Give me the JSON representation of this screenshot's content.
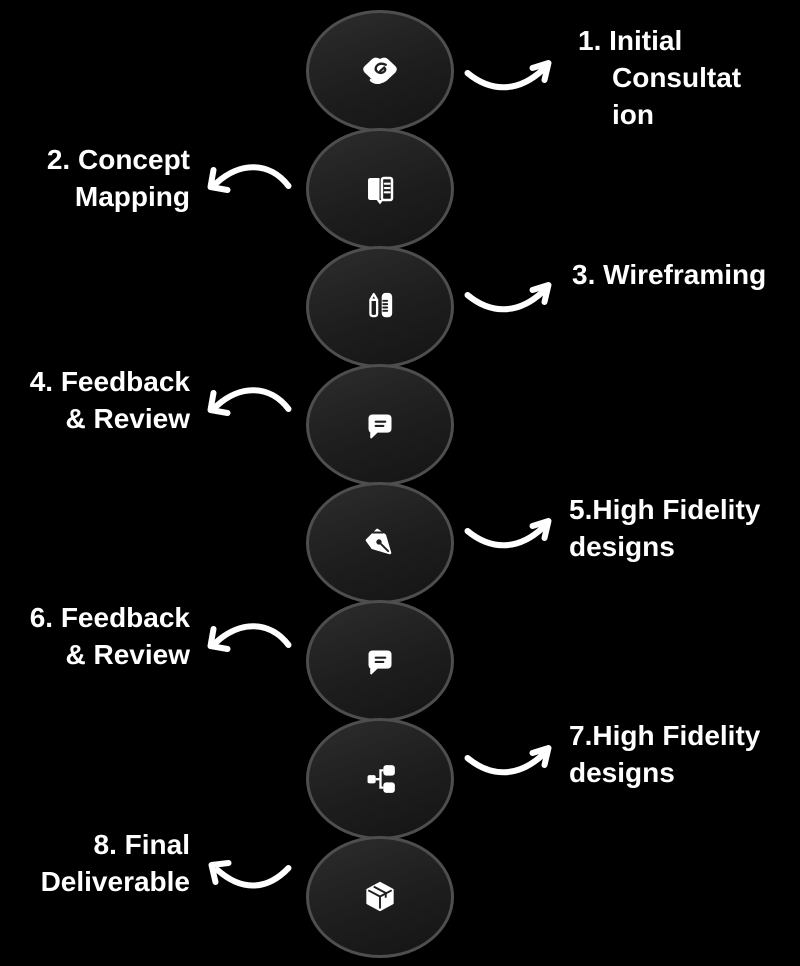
{
  "title": "Design process flow diagram",
  "colors": {
    "background": "#000000",
    "circle_border": "#4e4e4e",
    "circle_fill_top": "#2d2d2d",
    "circle_fill_bottom": "#141414",
    "text": "#ffffff",
    "arrow": "#ffffff"
  },
  "steps": [
    {
      "id": "1",
      "icon": "handshake-icon",
      "side": "right",
      "lines": [
        "1. Initial",
        "Consultat",
        "ion"
      ]
    },
    {
      "id": "2",
      "icon": "open-book-icon",
      "side": "left",
      "lines": [
        "2. Concept",
        "Mapping"
      ]
    },
    {
      "id": "3",
      "icon": "pencil-ruler-icon",
      "side": "right",
      "lines": [
        "3. Wireframing"
      ]
    },
    {
      "id": "4",
      "icon": "chat-bubble-icon",
      "side": "left",
      "lines": [
        "4. Feedback",
        "& Review"
      ]
    },
    {
      "id": "5",
      "icon": "pen-nib-icon",
      "side": "right",
      "lines": [
        "5.High Fidelity",
        "designs"
      ]
    },
    {
      "id": "6",
      "icon": "chat-bubble-icon",
      "side": "left",
      "lines": [
        "6. Feedback",
        "& Review"
      ]
    },
    {
      "id": "7",
      "icon": "flowchart-icon",
      "side": "right",
      "lines": [
        "7.High Fidelity",
        "designs"
      ]
    },
    {
      "id": "8",
      "icon": "package-icon",
      "side": "left",
      "lines": [
        "8. Final",
        "Deliverable"
      ]
    }
  ]
}
